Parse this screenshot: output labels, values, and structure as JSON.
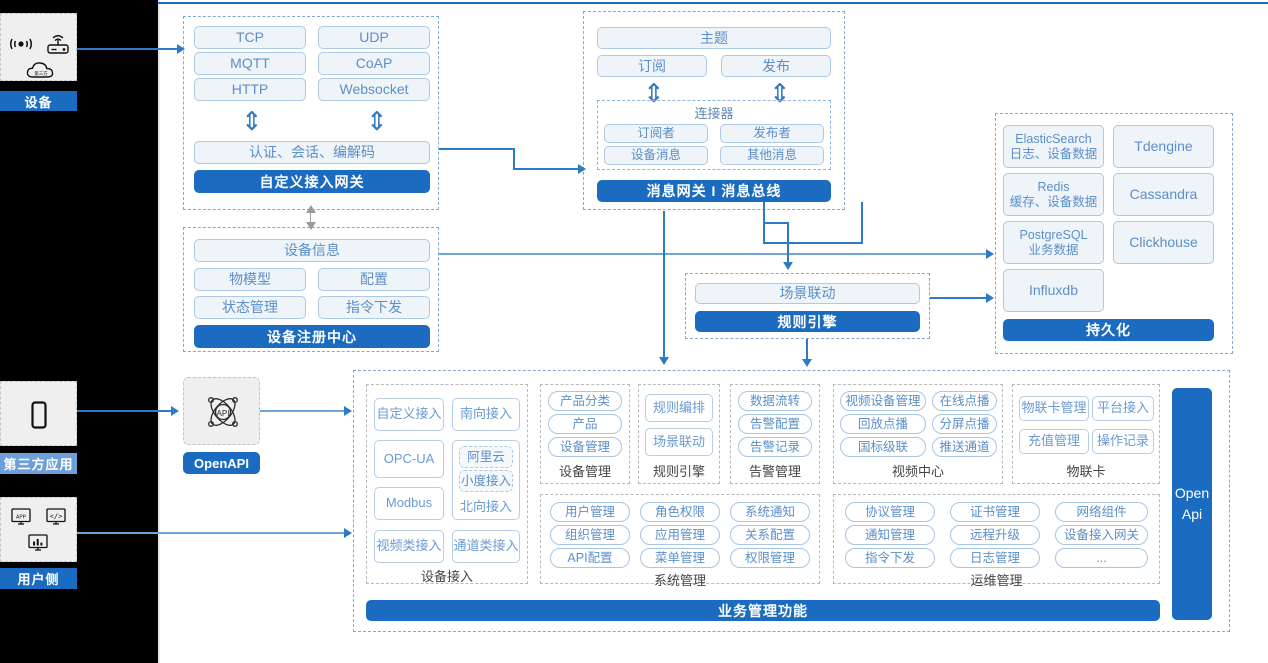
{
  "meta": {
    "title": "IoT Platform Architecture Diagram"
  },
  "colors": {
    "accent_blue": "#1b6cc0",
    "light_blue_tag": "#6f9fd8",
    "box_fill": "#eff4f8",
    "box_border": "#aec9e3",
    "box_text": "#5b8fc9",
    "dashed_group": "#7fa9d8",
    "rail_bg": "#000000",
    "icon_box_bg": "#efefef"
  },
  "left_rail": {
    "items": [
      {
        "label": "设备",
        "icons": [
          "wifi-signal-icon",
          "router-icon",
          "cloud-icon"
        ],
        "tag_style": "solid"
      },
      {
        "label": "第三方应用",
        "icons": [
          "mobile-phone-icon"
        ],
        "tag_style": "light"
      },
      {
        "label": "用户侧",
        "icons": [
          "app-window-icon",
          "code-window-icon",
          "dashboard-window-icon"
        ],
        "tag_style": "solid"
      }
    ]
  },
  "openapi_node": {
    "icon": "openapi-atom-icon",
    "label": "OpenAPI"
  },
  "access_gateway": {
    "protocols": [
      "TCP",
      "UDP",
      "MQTT",
      "CoAP",
      "HTTP",
      "Websocket"
    ],
    "middle": "认证、会话、编解码",
    "bar": "自定义接入网关"
  },
  "message_gateway": {
    "topic": "主题",
    "pubsub": [
      "订阅",
      "发布"
    ],
    "connector_title": "连接器",
    "connector_items": [
      "订阅者",
      "发布者",
      "设备消息",
      "其他消息"
    ],
    "bar": "消息网关 I 消息总线"
  },
  "device_registry": {
    "header": "设备信息",
    "items": [
      "物模型",
      "配置",
      "状态管理",
      "指令下发"
    ],
    "bar": "设备注册中心"
  },
  "rule_engine": {
    "item": "场景联动",
    "bar": "规则引擎"
  },
  "persistence": {
    "stores": [
      {
        "name": "ElasticSearch",
        "desc": "日志、设备数据"
      },
      {
        "name": "Tdengine",
        "desc": ""
      },
      {
        "name": "Redis",
        "desc": "缓存、设备数据"
      },
      {
        "name": "Cassandra",
        "desc": ""
      },
      {
        "name": "PostgreSQL",
        "desc": "业务数据"
      },
      {
        "name": "Clickhouse",
        "desc": ""
      },
      {
        "name": "Influxdb",
        "desc": ""
      }
    ],
    "bar": "持久化"
  },
  "business": {
    "bar": "业务管理功能",
    "openapi_side_bar": "Open Api",
    "groups": [
      {
        "caption": "设备接入",
        "items": [
          "自定义接入",
          "南向接入",
          "OPC-UA",
          "阿里云",
          "小度接入",
          "北向接入",
          "Modbus",
          "视频类接入",
          "通道类接入"
        ]
      },
      {
        "caption": "设备管理",
        "items": [
          "产品分类",
          "产品",
          "设备管理"
        ]
      },
      {
        "caption": "规则引擎",
        "items": [
          "规则编排",
          "场景联动"
        ]
      },
      {
        "caption": "告警管理",
        "items": [
          "数据流转",
          "告警配置",
          "告警记录"
        ]
      },
      {
        "caption": "视频中心",
        "items": [
          "视频设备管理",
          "在线点播",
          "回放点播",
          "分屏点播",
          "国标级联",
          "推送通道"
        ]
      },
      {
        "caption": "物联卡",
        "items": [
          "物联卡管理",
          "平台接入",
          "充值管理",
          "操作记录"
        ]
      },
      {
        "caption": "系统管理",
        "items": [
          "用户管理",
          "角色权限",
          "系统通知",
          "组织管理",
          "应用管理",
          "关系配置",
          "API配置",
          "菜单管理",
          "权限管理"
        ]
      },
      {
        "caption": "运维管理",
        "items": [
          "协议管理",
          "证书管理",
          "网络组件",
          "通知管理",
          "远程升级",
          "设备接入网关",
          "指令下发",
          "日志管理",
          "..."
        ]
      }
    ]
  },
  "device_access": {
    "col1": [
      "自定义接入",
      "OPC-UA",
      "Modbus",
      "视频类接入"
    ],
    "col2_top": "南向接入",
    "col2_mid_dash": [
      "阿里云",
      "小度接入"
    ],
    "col2_mid_label": "北向接入",
    "col2_bottom": "通道类接入",
    "caption": "设备接入"
  }
}
